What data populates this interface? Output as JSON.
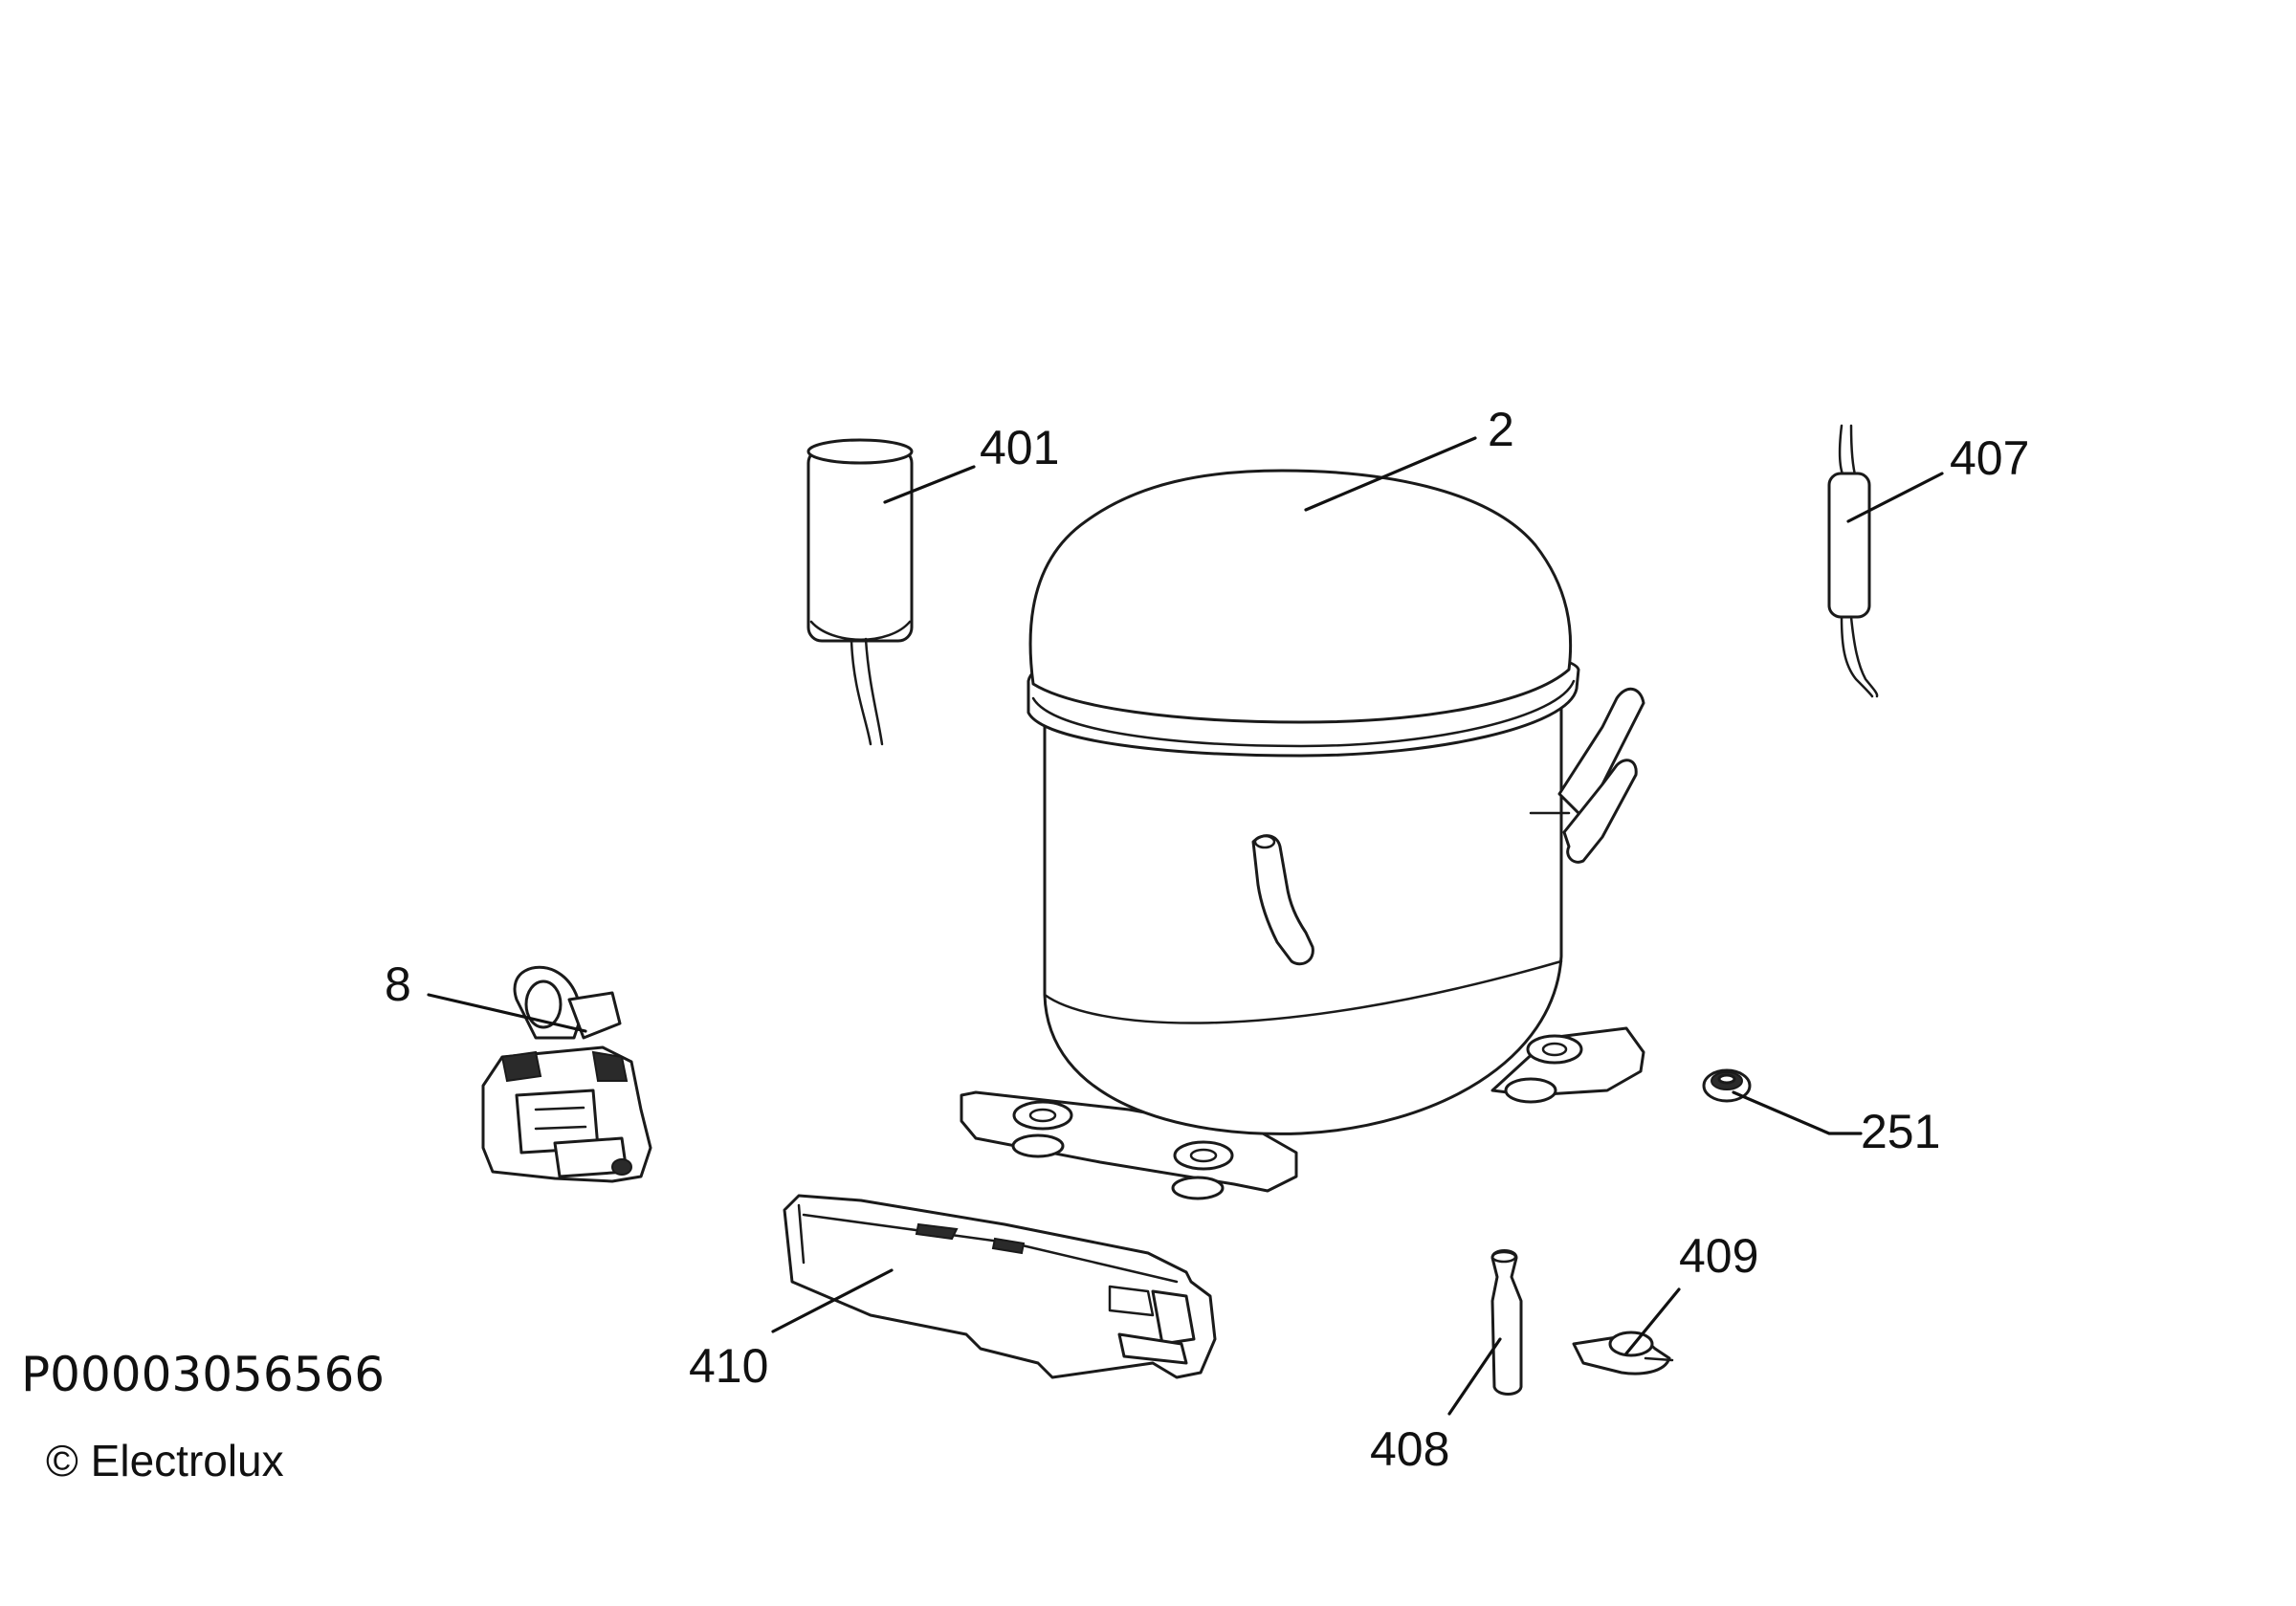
{
  "document_id": "P00003056566",
  "copyright": "© Electrolux",
  "callouts": {
    "compressor": "2",
    "relay": "8",
    "grommet": "251",
    "capacitor": "401",
    "thermal_protector": "407",
    "clip": "408",
    "screw": "409",
    "cover": "410"
  }
}
